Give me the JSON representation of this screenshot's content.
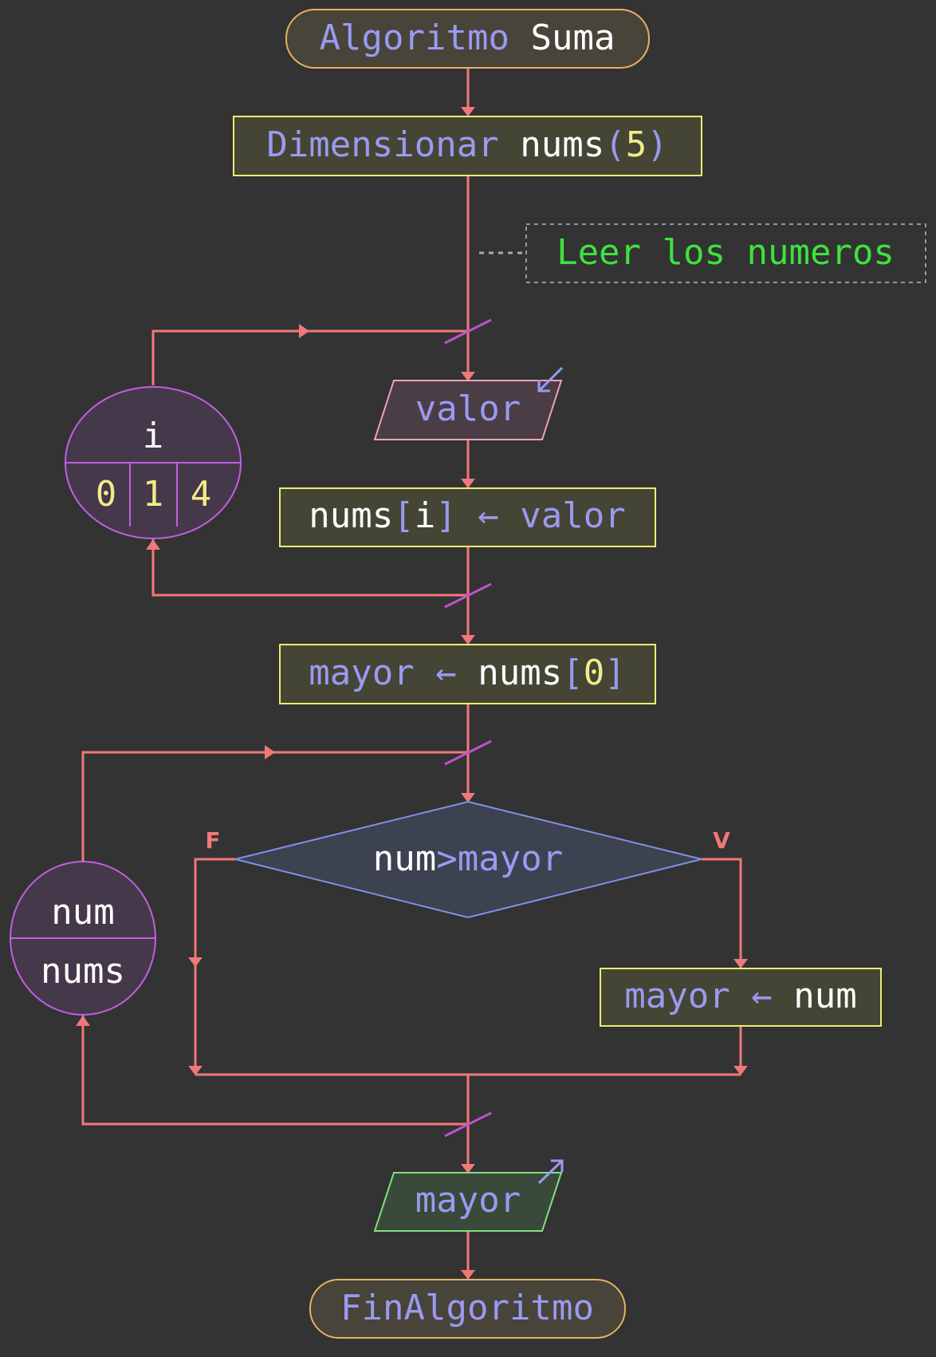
{
  "colors": {
    "background": "#333333",
    "flow_line": "#f07878",
    "keyword": "#9a9af2",
    "identifier": "#ffffff",
    "number": "#f0ec8a",
    "comment": "#3ee23e",
    "terminal_stroke": "#e8b060",
    "process_stroke": "#ecec70",
    "input_stroke": "#f0a0c0",
    "output_stroke": "#80e080",
    "decision_stroke": "#8090e8",
    "loop_stroke": "#c060e0",
    "loop_slash": "#c050d0"
  },
  "start": {
    "keyword": "Algoritmo",
    "name": "Suma"
  },
  "dim": {
    "keyword": "Dimensionar",
    "array": "nums",
    "open": "(",
    "size": "5",
    "close": ")"
  },
  "comment": {
    "text": "Leer los numeros"
  },
  "input": {
    "var": "valor",
    "icon": "input-arrow-icon"
  },
  "assign_array": {
    "target": "nums",
    "bracket_open": "[",
    "index": "i",
    "bracket_close": "]",
    "arrow": "←",
    "value": "valor"
  },
  "assign_init": {
    "target": "mayor",
    "arrow": "←",
    "source": "nums",
    "bracket_open": "[",
    "index": "0",
    "bracket_close": "]"
  },
  "for_loop": {
    "var": "i",
    "start": "0",
    "step": "1",
    "end": "4"
  },
  "foreach_loop": {
    "var": "num",
    "collection": "nums"
  },
  "decision": {
    "left": "num",
    "op": ">",
    "right": "mayor",
    "false_label": "F",
    "true_label": "V"
  },
  "assign_max": {
    "target": "mayor",
    "arrow": "←",
    "value": "num"
  },
  "output": {
    "var": "mayor",
    "icon": "output-arrow-icon"
  },
  "end": {
    "keyword": "FinAlgoritmo"
  }
}
